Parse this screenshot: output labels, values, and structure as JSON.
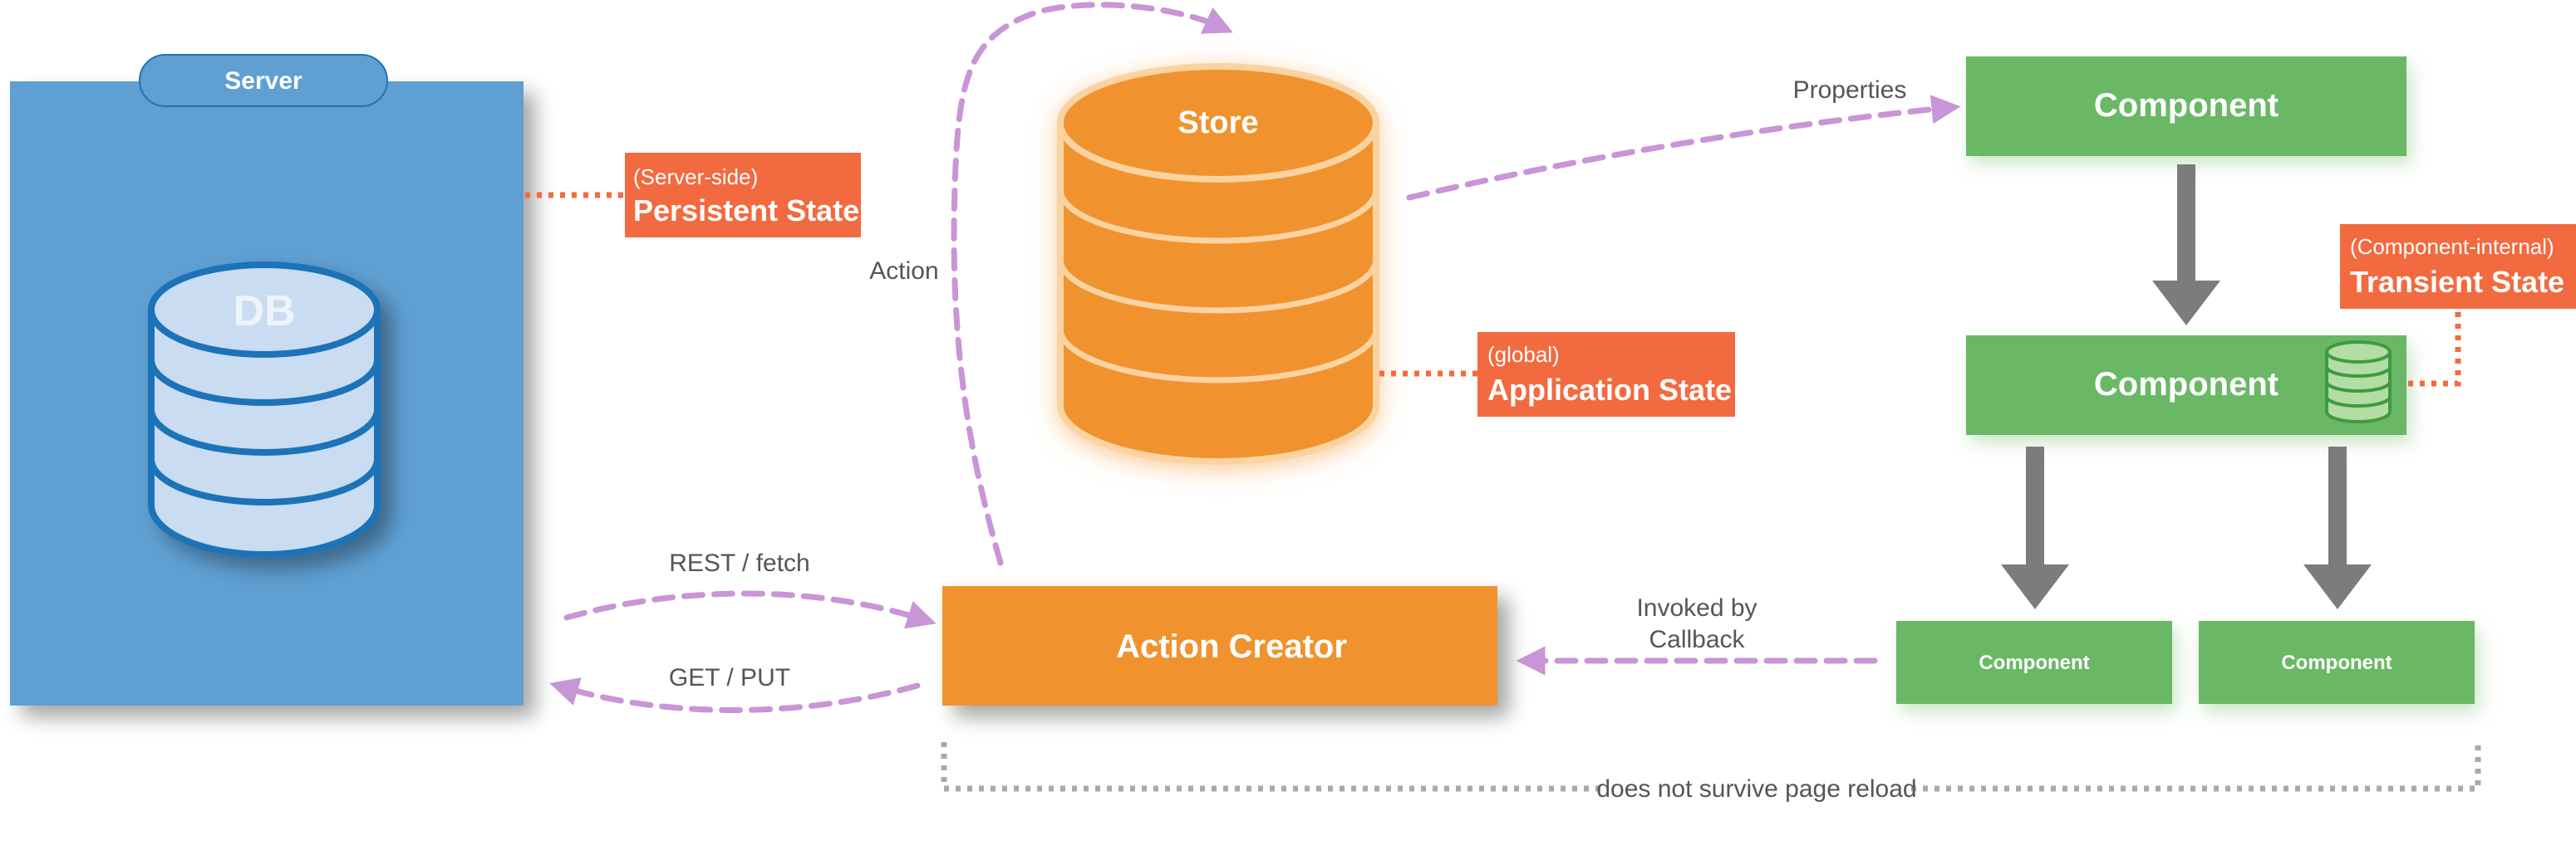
{
  "colors": {
    "server_blue": "#5f9fd2",
    "server_dark": "#1f73b7",
    "db_fill": "#c9dcf1",
    "store_orange": "#f0932f",
    "store_light": "#fbd3a1",
    "component_green": "#6bb865",
    "component_dark": "#3f9b3e",
    "state_red": "#f26a3f",
    "arrow_purple": "#c895d6",
    "arrow_gray": "#7c7c7c",
    "dotted_gray": "#a9a9a9"
  },
  "nodes": {
    "server_label": "Server",
    "db_label": "DB",
    "store_label": "Store",
    "action_creator_label": "Action Creator",
    "component_top": "Component",
    "component_mid": "Component",
    "component_left": "Component",
    "component_right": "Component"
  },
  "tags": {
    "persistent": {
      "small": "(Server-side)",
      "big": "Persistent State"
    },
    "application": {
      "small": "(global)",
      "big": "Application State"
    },
    "transient": {
      "small": "(Component-internal)",
      "big": "Transient State"
    }
  },
  "edges": {
    "action": "Action",
    "properties": "Properties",
    "rest_fetch": "REST / fetch",
    "get_put": "GET / PUT",
    "invoked_line1": "Invoked by",
    "invoked_line2": "Callback"
  },
  "footer_note": "does not survive page reload"
}
